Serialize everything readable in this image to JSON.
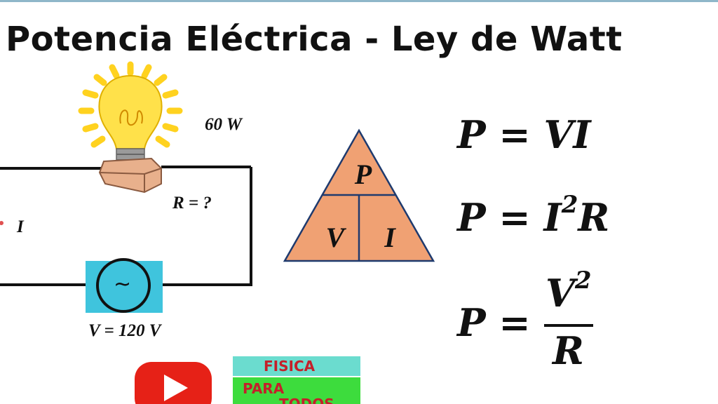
{
  "title": "Potencia Eléctrica - Ley de Watt",
  "circuit": {
    "power_label": "60 W",
    "resistance_label": "R = ?",
    "current_label": "I",
    "voltage_label": "V = 120 V",
    "source_symbol": "~"
  },
  "triangle": {
    "top": "P",
    "bottom_left": "V",
    "bottom_right": "I"
  },
  "formulas": {
    "f1": "P = VI",
    "f2_left": "P = I",
    "f2_exp": "2",
    "f2_right": "R",
    "f3_left": "P =",
    "f3_num": "V",
    "f3_num_exp": "2",
    "f3_den": "R"
  },
  "branding": {
    "line1": "FISICA",
    "line2": "PARA",
    "line3": "TODOS"
  },
  "colors": {
    "triangle_fill": "#f0a173",
    "source_box": "#3fc4dd",
    "bulb_yellow": "#ffe14a",
    "youtube_red": "#e62117"
  },
  "icons": {
    "bulb": "light-bulb-icon",
    "youtube": "youtube-play-icon"
  }
}
